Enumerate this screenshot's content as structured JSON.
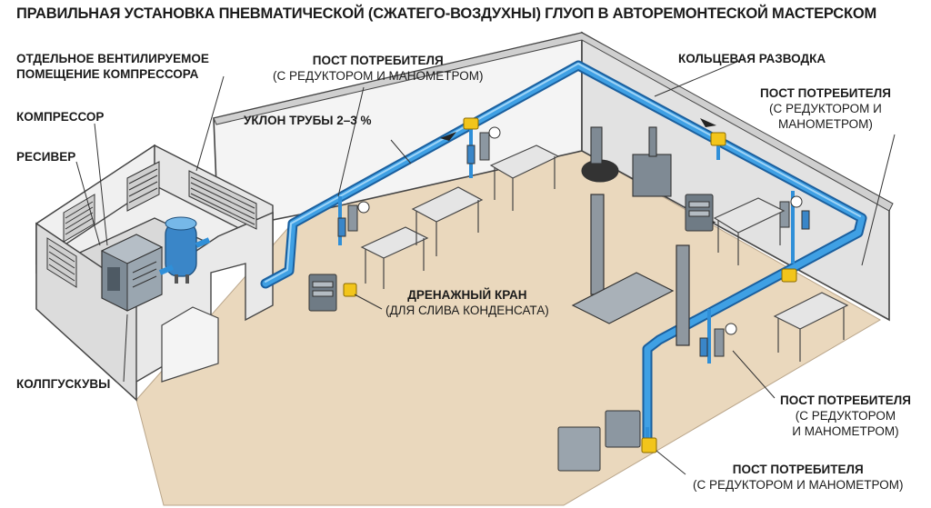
{
  "title": "ПРАВИЛЬНАЯ УСТАНОВКА ПНЕВМАТИЧЕСКОЙ (СЖАТЕГО-ВОЗДУХНЫ) ГЛУОП В АВТОРЕМОНТЕСКОЙ МАСТЕРСКОМ",
  "labels": {
    "ventilated_room_line1": "ОТДЕЛЬНОЕ ВЕНТИЛИРУЕМОЕ",
    "ventilated_room_line2": "ПОМЕЩЕНИЕ КОМПРЕССОРА",
    "compressor": "КОМПРЕССОР",
    "receiver": "РЕСИВЕР",
    "kolp": "КОЛПГУСКУВЫ",
    "post_top_line1": "ПОСТ ПОТРЕБИТЕЛЯ",
    "post_top_line2": "(С РЕДУКТОРОМ И МАНОМЕТРОМ)",
    "slope": "УКЛОН ТРУБЫ 2–3 %",
    "ring": "КОЛЬЦЕВАЯ РАЗВОДКА",
    "post_right_line1": "ПОСТ ПОТРЕБИТЕЛЯ",
    "post_right_line2": "(С РЕДУКТОРОМ И",
    "post_right_line3": "МАНОМЕТРОМ)",
    "drain_line1": "ДРЕНАЖНЫЙ КРАН",
    "drain_line2": "(ДЛЯ СЛИВА КОНДЕНСАТА)",
    "post_mid_line1": "ПОСТ ПОТРЕБИТЕЛЯ",
    "post_mid_line2": "(С РЕДУКТОРОМ",
    "post_mid_line3": "И МАНОМЕТРОМ)",
    "post_bottom_line1": "ПОСТ ПОТРЕБИТЕЛЯ",
    "post_bottom_line2": "(С РЕДУКТОРОМ И МАНОМЕТРОМ)"
  },
  "colors": {
    "pipe": "#2f8fd8",
    "pipe_dark": "#1a5f9e",
    "floor": "#ead8bd",
    "wall": "#f2f2f2",
    "fitting": "#f2c51b"
  }
}
